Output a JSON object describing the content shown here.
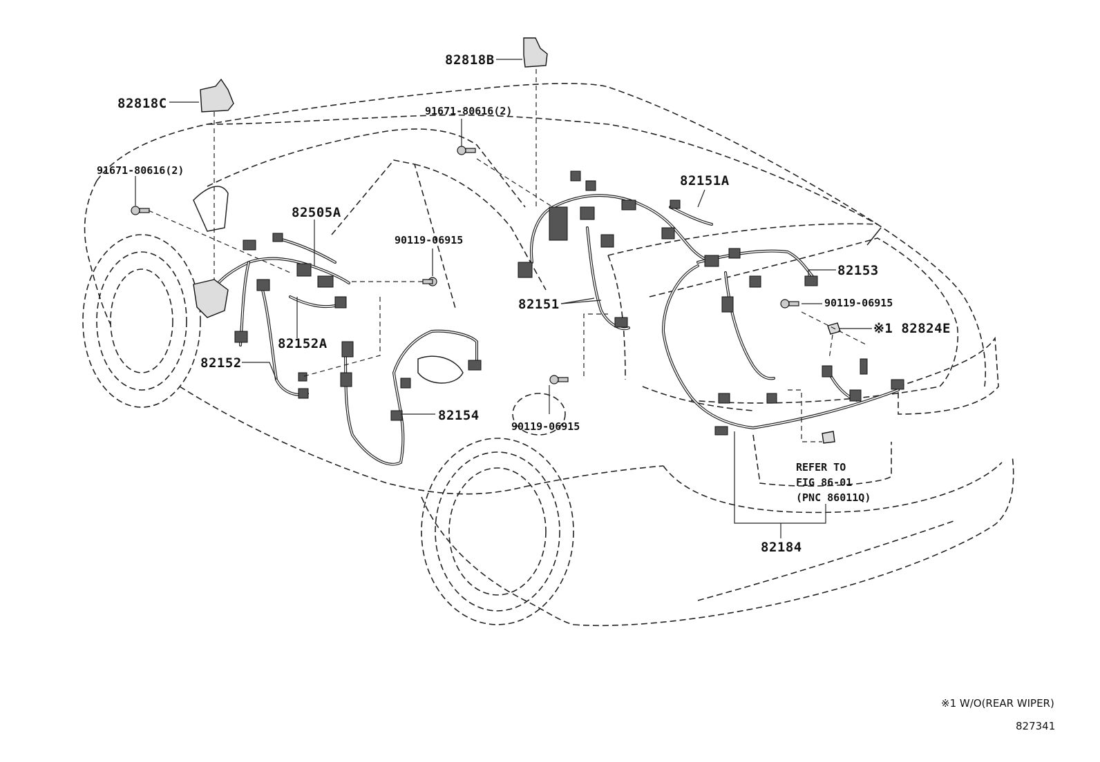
{
  "diagram": {
    "parts": {
      "p82818B": "82818B",
      "p82818C": "82818C",
      "p91671_a": "91671-80616(2)",
      "p91671_b": "91671-80616(2)",
      "p82151A": "82151A",
      "p82505A": "82505A",
      "p90119_a": "90119-06915",
      "p82153": "82153",
      "p82151": "82151",
      "p90119_b": "90119-06915",
      "p82824E_prefix": "※1",
      "p82824E": "82824E",
      "p82152A": "82152A",
      "p82152": "82152",
      "p82154": "82154",
      "p90119_c": "90119-06915",
      "refer_line1": "REFER TO",
      "refer_line2": "FIG 86-01",
      "refer_line3": "(PNC 86011Q)",
      "p82184": "82184"
    },
    "footnote": "※1 W/O(REAR WIPER)",
    "figure_number": "827341"
  }
}
